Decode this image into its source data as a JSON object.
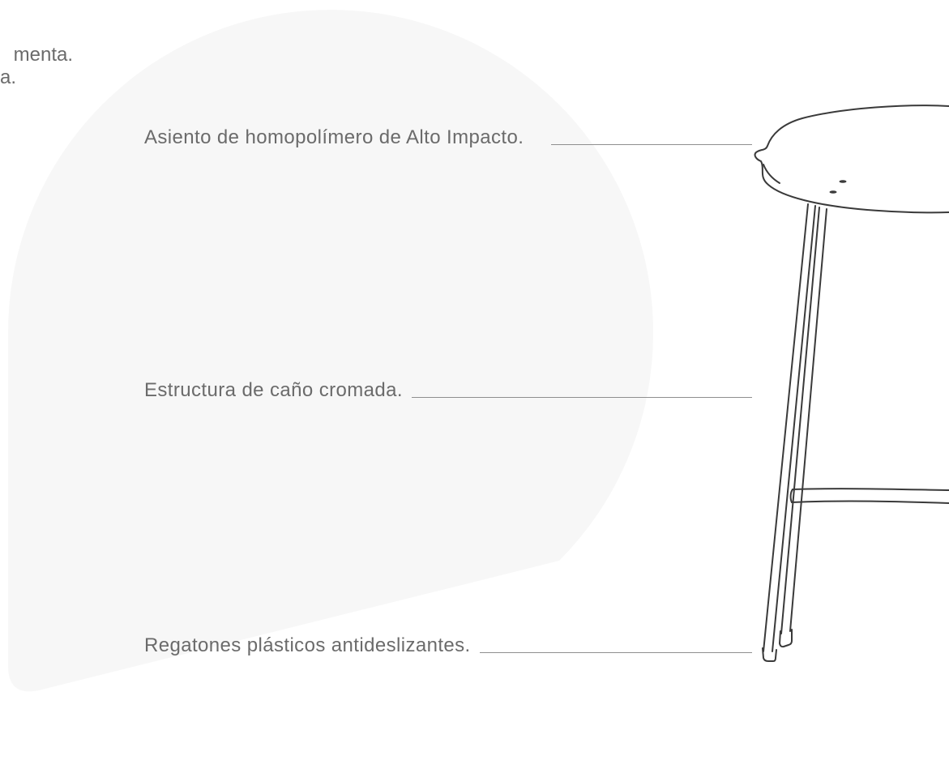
{
  "intro_fragment": {
    "line1": "menta.",
    "line2": "a."
  },
  "features": [
    {
      "label": "Asiento de homopolímero de Alto Impacto."
    },
    {
      "label": "Estructura de caño cromada."
    },
    {
      "label": "Regatones plásticos antideslizantes."
    }
  ],
  "colors": {
    "text": "#6b6b6b",
    "leader": "#8f8f8f",
    "stroke": "#3a3a3a",
    "blob": "#f7f7f7"
  }
}
